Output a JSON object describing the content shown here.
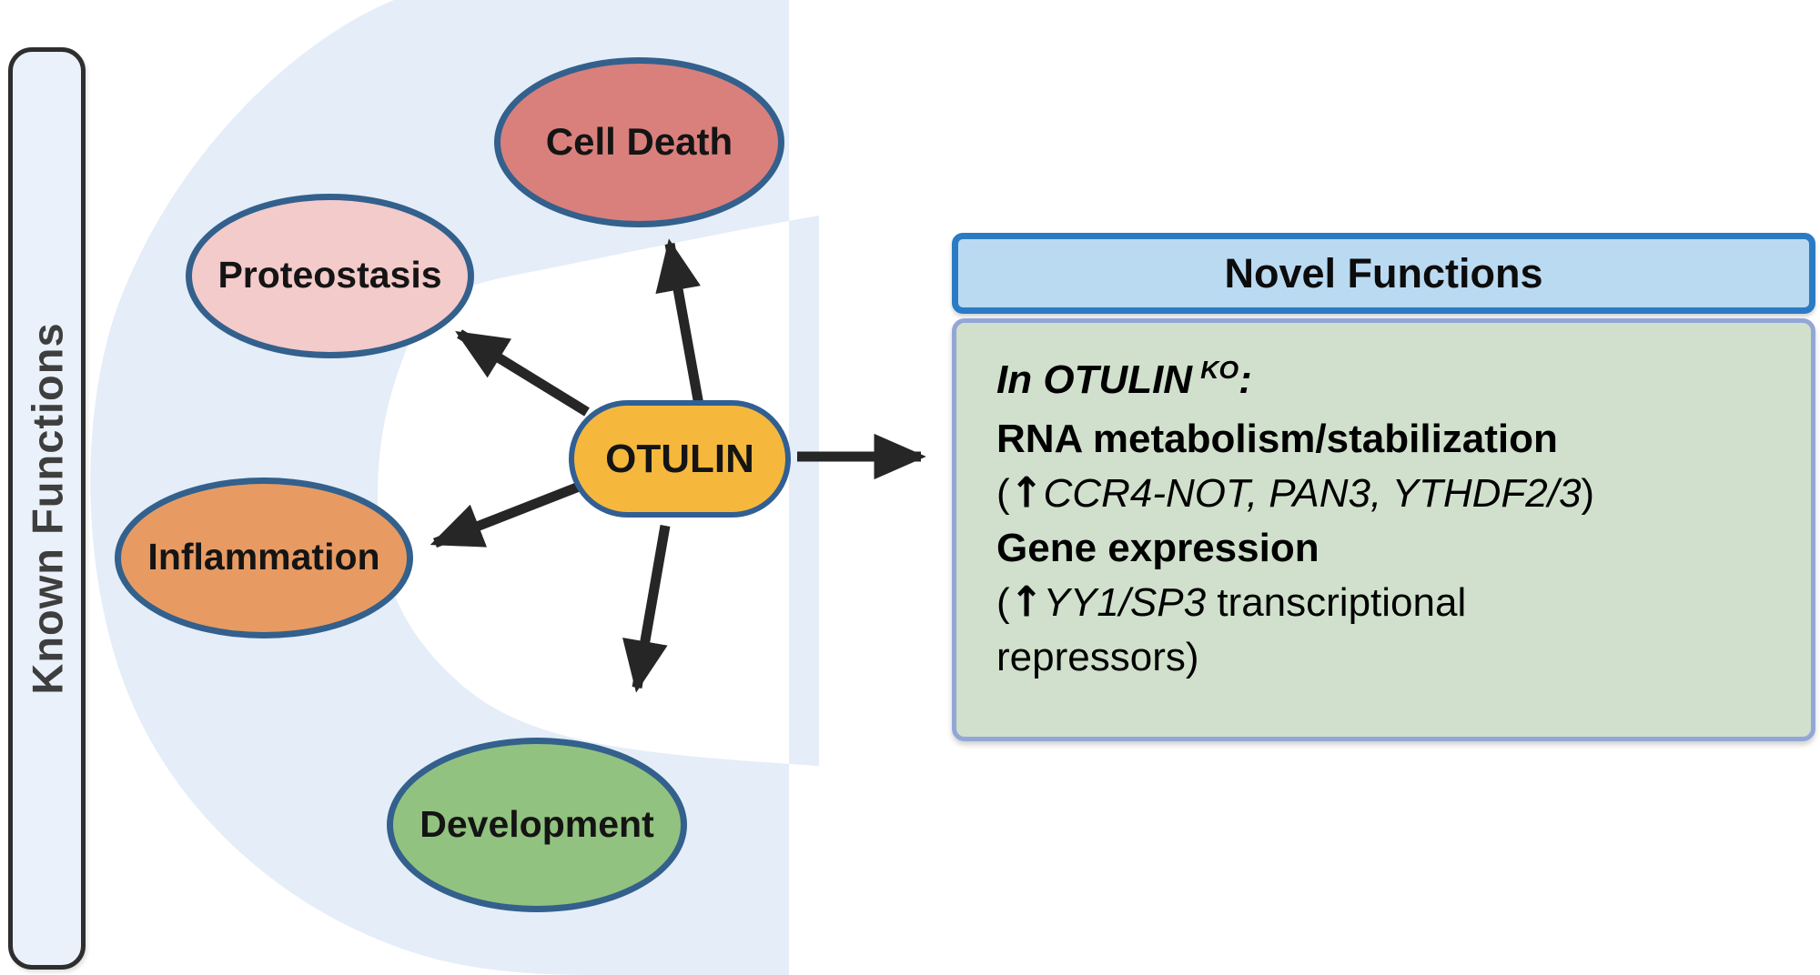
{
  "figure": {
    "type": "biology-schematic",
    "subject_label": "OTULIN"
  },
  "sidebar": {
    "label": "Known Functions"
  },
  "nodes": {
    "otulin_label": "OTULIN",
    "known_functions": [
      {
        "id": "cell-death",
        "label": "Cell Death",
        "fill": "#d9807c"
      },
      {
        "id": "proteostasis",
        "label": "Proteostasis",
        "fill": "#f3cbca"
      },
      {
        "id": "inflammation",
        "label": "Inflammation",
        "fill": "#e79b62"
      },
      {
        "id": "development",
        "label": "Development",
        "fill": "#92c27f"
      }
    ]
  },
  "novel_panel": {
    "title": "Novel Functions",
    "lines": [
      [
        {
          "t": "In OTULIN",
          "s": "bi"
        },
        {
          "t": "KO",
          "s": "sup"
        },
        {
          "t": ":",
          "s": "bi"
        }
      ],
      [
        {
          "t": "RNA metabolism/stabilization",
          "s": "b"
        }
      ],
      [
        {
          "t": "(",
          "s": "r"
        },
        {
          "t": "↑",
          "s": "up"
        },
        {
          "t": "CCR4-NOT, PAN3, YTHDF2/3",
          "s": "i"
        },
        {
          "t": ")",
          "s": "r"
        }
      ],
      [
        {
          "t": "Gene expression",
          "s": "b"
        }
      ],
      [
        {
          "t": "(",
          "s": "r"
        },
        {
          "t": "↑",
          "s": "up"
        },
        {
          "t": "YY1/SP3",
          "s": "i"
        },
        {
          "t": " transcriptional",
          "s": "r"
        }
      ],
      [
        {
          "t": "repressors)",
          "s": "r"
        }
      ]
    ]
  },
  "colors": {
    "crescent_fill": "#e4edf8",
    "ellipse_border": "#33608c",
    "otulin_fill": "#f5b83d",
    "panel_header_fill": "#badaf2",
    "panel_header_border": "#2b7bc4",
    "panel_body_fill": "#d0e0cc",
    "panel_body_border": "#92a7d6",
    "sidebar_fill": "#eaf1fa",
    "arrow_color": "#262626"
  }
}
